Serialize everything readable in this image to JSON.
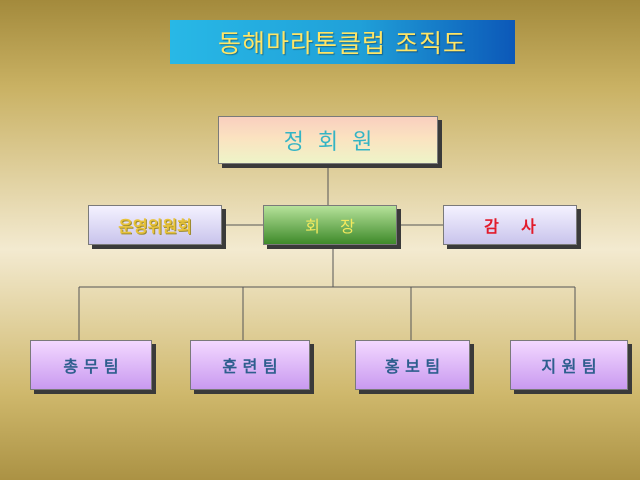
{
  "title": "동해마라톤클럽 조직도",
  "nodes": {
    "members": "정  회  원",
    "committee": "운영위원회",
    "president": "회    장",
    "auditor": "감    사",
    "team_general": "총 무 팀",
    "team_training": "훈 련 팀",
    "team_pr": "홍 보 팀",
    "team_support": "지 원 팀"
  },
  "colors": {
    "title_bg": "#20a0d8",
    "title_text": "#ffe566",
    "auditor_text": "#e21a2a",
    "team_text": "#2e5e8e"
  }
}
